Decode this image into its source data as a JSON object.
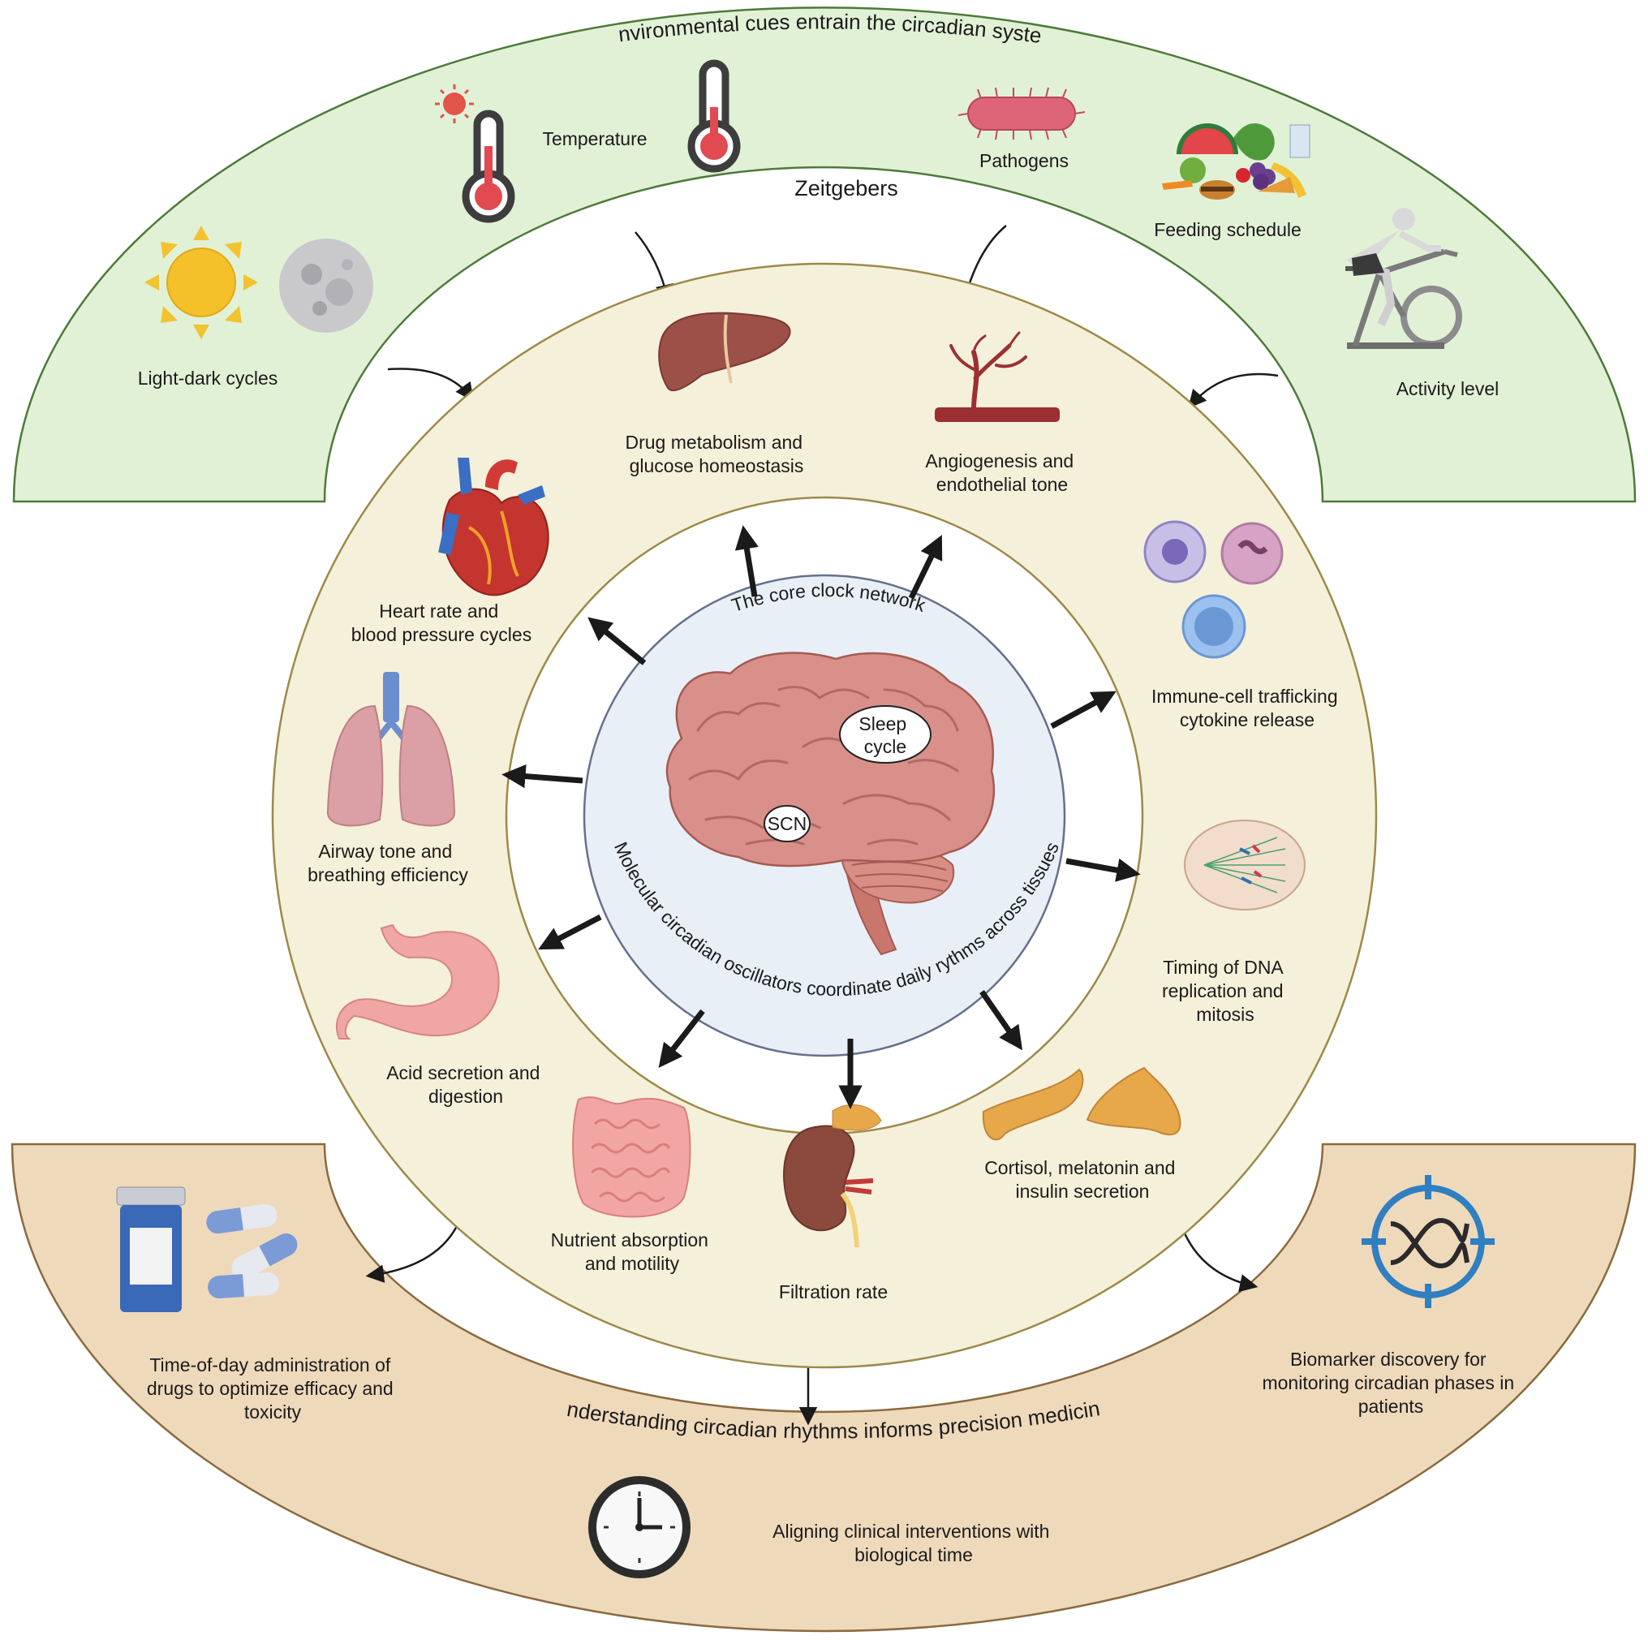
{
  "environment": {
    "arc_title": "Environmental cues entrain the circadian system",
    "band_title": "Zeitgebers",
    "fill": "#e1f1d6",
    "stroke": "#4d7a3a",
    "cues": {
      "light_dark": "Light-dark cycles",
      "temperature": "Temperature",
      "pathogens": "Pathogens",
      "feeding": "Feeding schedule",
      "activity": "Activity level"
    }
  },
  "core": {
    "top_label": "The core clock network",
    "bottom_label": "Molecular circadian oscillators coordinate daily rythms across tissues",
    "sleep_label": [
      "Sleep",
      "cycle"
    ],
    "scn_label": "SCN",
    "fill": "#e9eff7",
    "stroke": "#66708c"
  },
  "tissue_ring": {
    "fill": "#f5f0d9",
    "stroke": "#9c8a4a",
    "items": {
      "liver": [
        "Drug metabolism and",
        "glucose homeostasis"
      ],
      "vessel": [
        "Angiogenesis and",
        "endothelial tone"
      ],
      "immune": [
        "Immune-cell trafficking",
        "cytokine release"
      ],
      "dna": [
        "Timing of DNA",
        "replication and",
        "mitosis"
      ],
      "endocrine": [
        "Cortisol, melatonin and",
        "insulin secretion"
      ],
      "kidney": [
        "Filtration rate"
      ],
      "intestine": [
        "Nutrient absorption",
        "and motility"
      ],
      "stomach": [
        "Acid secretion and",
        "digestion"
      ],
      "lungs": [
        "Airway tone and",
        "breathing efficiency"
      ],
      "heart": [
        "Heart rate and",
        "blood pressure cycles"
      ]
    }
  },
  "medicine": {
    "arc_title": "Understanding circadian rhythms informs precision medicine",
    "fill": "#efd9bb",
    "stroke": "#8a6a3e",
    "items": {
      "drugs": [
        "Time-of-day administration of",
        "drugs to optimize efficacy and",
        "toxicity"
      ],
      "biomarker": [
        "Biomarker discovery for",
        "monitoring circadian phases in",
        "patients"
      ],
      "clock": [
        "Aligning clinical interventions with",
        "biological time"
      ]
    }
  },
  "icons": [
    "sun-icon",
    "moon-icon",
    "thermometer-icon",
    "bacterium-icon",
    "food-icon",
    "exercise-bike-icon",
    "liver-icon",
    "blood-vessel-icon",
    "heart-icon",
    "lungs-icon",
    "stomach-icon",
    "intestine-icon",
    "kidney-icon",
    "pancreas-icon",
    "immune-cells-icon",
    "mitosis-cell-icon",
    "brain-icon",
    "pill-bottle-icon",
    "dna-target-icon",
    "wall-clock-icon"
  ]
}
